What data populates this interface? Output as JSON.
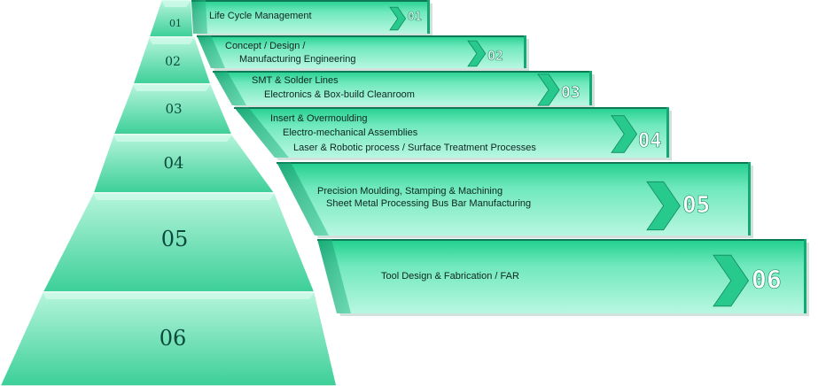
{
  "levels": [
    {
      "pyramid_label": "01",
      "lines": [
        "Life Cycle Management"
      ],
      "badge": "01"
    },
    {
      "pyramid_label": "02",
      "lines": [
        "Concept / Design /",
        "Manufacturing Engineering"
      ],
      "badge": "02"
    },
    {
      "pyramid_label": "03",
      "lines": [
        "SMT & Solder Lines",
        "Electronics & Box-build Cleanroom"
      ],
      "badge": "03"
    },
    {
      "pyramid_label": "04",
      "lines": [
        "Insert & Overmoulding",
        "Electro-mechanical Assemblies",
        "Laser & Robotic process / Surface Treatment Processes"
      ],
      "badge": "04"
    },
    {
      "pyramid_label": "05",
      "lines": [
        "Precision Moulding, Stamping & Machining",
        "Sheet Metal Processing Bus Bar Manufacturing"
      ],
      "badge": "05"
    },
    {
      "pyramid_label": "06",
      "lines": [
        "Tool Design & Fabrication / FAR"
      ],
      "badge": "06"
    }
  ],
  "colors": {
    "pyramid_front_light": "#a8f0d6",
    "pyramid_front_dark": "#2fc48f",
    "pyramid_side": "#1a9e72",
    "band_top": "#2ee0a0",
    "band_bottom": "#8ff2cf",
    "band_edge": "#0e7a55",
    "chevron": "#23c48a",
    "number_text": "#0a4a3c"
  }
}
